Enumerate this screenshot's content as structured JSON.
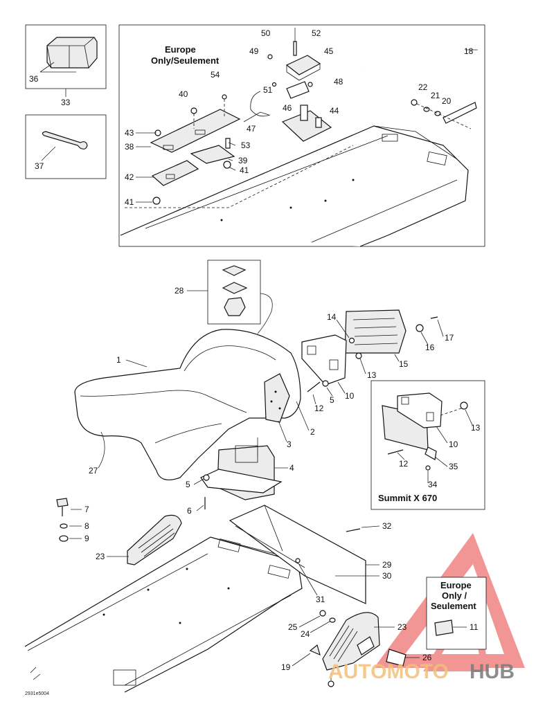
{
  "diagram": {
    "top_left_kit_number": "33",
    "inset_labels": {
      "europe_top": [
        "Europe",
        "Only/Seulement"
      ],
      "summit": "Summit X 670",
      "europe_bottom": [
        "Europe",
        "Only /",
        "Seulement"
      ]
    },
    "drawing_code": "2931e5004",
    "watermark": {
      "word_a": "AUTOMOTO",
      "word_b": "HUB",
      "color_a": "#f4c07a",
      "color_b": "#7a7a7a",
      "triangle_color": "#e84040"
    },
    "part_numbers": {
      "p1": "1",
      "p2": "2",
      "p3": "3",
      "p4": "4",
      "p5a": "5",
      "p5b": "5",
      "p6": "6",
      "p7": "7",
      "p8": "8",
      "p9": "9",
      "p10a": "10",
      "p10b": "10",
      "p11": "11",
      "p12a": "12",
      "p12b": "12",
      "p13a": "13",
      "p13b": "13",
      "p14": "14",
      "p15": "15",
      "p16": "16",
      "p17": "17",
      "p18": "18",
      "p19": "19",
      "p20": "20",
      "p21": "21",
      "p22": "22",
      "p23a": "23",
      "p23b": "23",
      "p24": "24",
      "p25": "25",
      "p26": "26",
      "p27": "27",
      "p28": "28",
      "p29": "29",
      "p30": "30",
      "p31": "31",
      "p32": "32",
      "p34": "34",
      "p35": "35",
      "p36": "36",
      "p37": "37",
      "p38": "38",
      "p39": "39",
      "p40": "40",
      "p41a": "41",
      "p41b": "41",
      "p42": "42",
      "p43": "43",
      "p44": "44",
      "p45": "45",
      "p46": "46",
      "p47": "47",
      "p48": "48",
      "p49": "49",
      "p50": "50",
      "p51": "51",
      "p52": "52",
      "p53": "53",
      "p54": "54"
    }
  }
}
